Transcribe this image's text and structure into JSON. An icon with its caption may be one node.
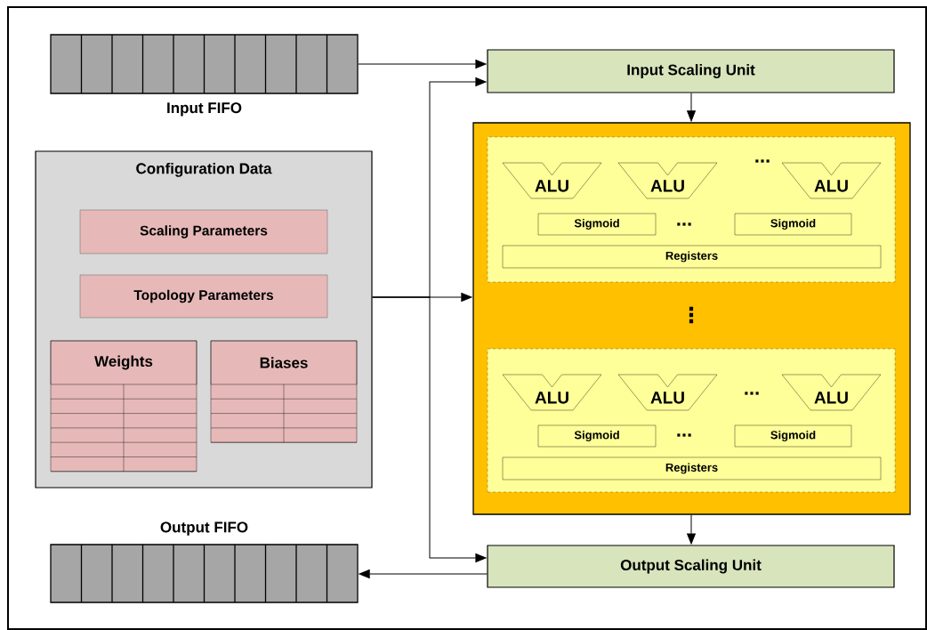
{
  "diagram": {
    "nodes": [
      {
        "text": [
          "Input FIFO"
        ]
      },
      {
        "text": [
          "Input Scaling Unit"
        ]
      },
      {
        "text": [
          "Configuration Data"
        ]
      },
      {
        "text": [
          "Scaling Parameters"
        ],
        "in": 2
      },
      {
        "text": [
          "Topology Parameters"
        ],
        "in": 2
      },
      {
        "text": [
          "Weights"
        ],
        "in": 2
      },
      {
        "text": [
          "Biases"
        ],
        "in": 2
      },
      {
        "text": [],
        "shape": "box"
      },
      {
        "text": [],
        "shape": "box",
        "in": 7
      },
      {
        "text": [
          "ALU"
        ],
        "in": 8
      },
      {
        "text": [
          "ALU"
        ],
        "in": 8
      },
      {
        "text": [
          "ALU"
        ],
        "in": 8
      },
      {
        "text": [
          "Sigmoid"
        ],
        "in": 8
      },
      {
        "text": [
          "Sigmoid"
        ],
        "in": 8
      },
      {
        "text": [
          "Registers"
        ],
        "in": 8
      },
      {
        "text": [],
        "shape": "box",
        "in": 7
      },
      {
        "text": [
          "ALU"
        ],
        "in": 15
      },
      {
        "text": [
          "ALU"
        ],
        "in": 15
      },
      {
        "text": [
          "ALU"
        ],
        "in": 15
      },
      {
        "text": [
          "Sigmoid"
        ],
        "in": 15
      },
      {
        "text": [
          "Sigmoid"
        ],
        "in": 15
      },
      {
        "text": [
          "Registers"
        ],
        "in": 15
      },
      {
        "text": [
          "Output Scaling Unit"
        ]
      },
      {
        "text": [
          "Output FIFO"
        ]
      }
    ],
    "edges": [
      {
        "from": 0,
        "to": 1,
        "arrow": "to"
      },
      {
        "from": 2,
        "to": 1,
        "arrow": "to"
      },
      {
        "from": 2,
        "to": 7,
        "arrow": "to"
      },
      {
        "from": 1,
        "to": 7,
        "arrow": "to"
      },
      {
        "from": 7,
        "to": 22,
        "arrow": "to"
      },
      {
        "from": 2,
        "to": 22,
        "arrow": "to"
      },
      {
        "from": 22,
        "to": 23,
        "arrow": "to"
      }
    ],
    "labels": [
      "...",
      "...",
      "⋮",
      "...",
      "..."
    ]
  }
}
